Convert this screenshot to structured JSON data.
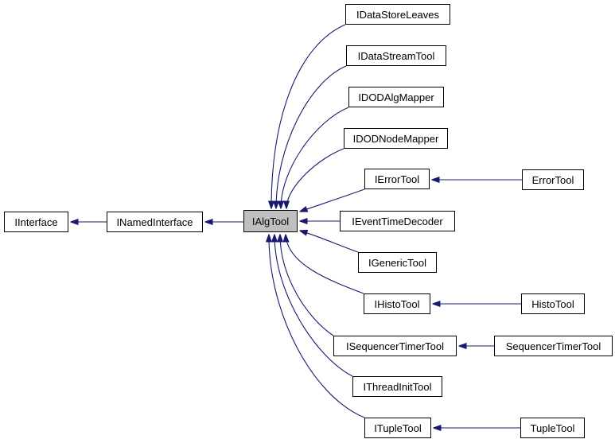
{
  "diagram": {
    "type": "class-inheritance-graph",
    "edge_color": "#191970",
    "node_border_color": "#000000",
    "node_fill": "#ffffff",
    "highlight_fill": "#bfbfbf",
    "text_color": "#000000",
    "background_color": "#ffffff",
    "nodes": [
      {
        "id": "IInterface",
        "label": "IInterface",
        "highlighted": false
      },
      {
        "id": "INamedInterface",
        "label": "INamedInterface",
        "highlighted": false
      },
      {
        "id": "IAlgTool",
        "label": "IAlgTool",
        "highlighted": true
      },
      {
        "id": "IDataStoreLeaves",
        "label": "IDataStoreLeaves",
        "highlighted": false
      },
      {
        "id": "IDataStreamTool",
        "label": "IDataStreamTool",
        "highlighted": false
      },
      {
        "id": "IDODAlgMapper",
        "label": "IDODAlgMapper",
        "highlighted": false
      },
      {
        "id": "IDODNodeMapper",
        "label": "IDODNodeMapper",
        "highlighted": false
      },
      {
        "id": "IErrorTool",
        "label": "IErrorTool",
        "highlighted": false
      },
      {
        "id": "IEventTimeDecoder",
        "label": "IEventTimeDecoder",
        "highlighted": false
      },
      {
        "id": "IGenericTool",
        "label": "IGenericTool",
        "highlighted": false
      },
      {
        "id": "IHistoTool",
        "label": "IHistoTool",
        "highlighted": false
      },
      {
        "id": "ISequencerTimerTool",
        "label": "ISequencerTimerTool",
        "highlighted": false
      },
      {
        "id": "IThreadInitTool",
        "label": "IThreadInitTool",
        "highlighted": false
      },
      {
        "id": "ITupleTool",
        "label": "ITupleTool",
        "highlighted": false
      },
      {
        "id": "ErrorTool",
        "label": "ErrorTool",
        "highlighted": false
      },
      {
        "id": "HistoTool",
        "label": "HistoTool",
        "highlighted": false
      },
      {
        "id": "SequencerTimerTool",
        "label": "SequencerTimerTool",
        "highlighted": false
      },
      {
        "id": "TupleTool",
        "label": "TupleTool",
        "highlighted": false
      }
    ],
    "edges": [
      {
        "from": "INamedInterface",
        "to": "IInterface",
        "relation": "inherits"
      },
      {
        "from": "IAlgTool",
        "to": "INamedInterface",
        "relation": "inherits"
      },
      {
        "from": "IDataStoreLeaves",
        "to": "IAlgTool",
        "relation": "inherits"
      },
      {
        "from": "IDataStreamTool",
        "to": "IAlgTool",
        "relation": "inherits"
      },
      {
        "from": "IDODAlgMapper",
        "to": "IAlgTool",
        "relation": "inherits"
      },
      {
        "from": "IDODNodeMapper",
        "to": "IAlgTool",
        "relation": "inherits"
      },
      {
        "from": "IErrorTool",
        "to": "IAlgTool",
        "relation": "inherits"
      },
      {
        "from": "IEventTimeDecoder",
        "to": "IAlgTool",
        "relation": "inherits"
      },
      {
        "from": "IGenericTool",
        "to": "IAlgTool",
        "relation": "inherits"
      },
      {
        "from": "IHistoTool",
        "to": "IAlgTool",
        "relation": "inherits"
      },
      {
        "from": "ISequencerTimerTool",
        "to": "IAlgTool",
        "relation": "inherits"
      },
      {
        "from": "IThreadInitTool",
        "to": "IAlgTool",
        "relation": "inherits"
      },
      {
        "from": "ITupleTool",
        "to": "IAlgTool",
        "relation": "inherits"
      },
      {
        "from": "ErrorTool",
        "to": "IErrorTool",
        "relation": "inherits"
      },
      {
        "from": "HistoTool",
        "to": "IHistoTool",
        "relation": "inherits"
      },
      {
        "from": "SequencerTimerTool",
        "to": "ISequencerTimerTool",
        "relation": "inherits"
      },
      {
        "from": "TupleTool",
        "to": "ITupleTool",
        "relation": "inherits"
      }
    ]
  }
}
